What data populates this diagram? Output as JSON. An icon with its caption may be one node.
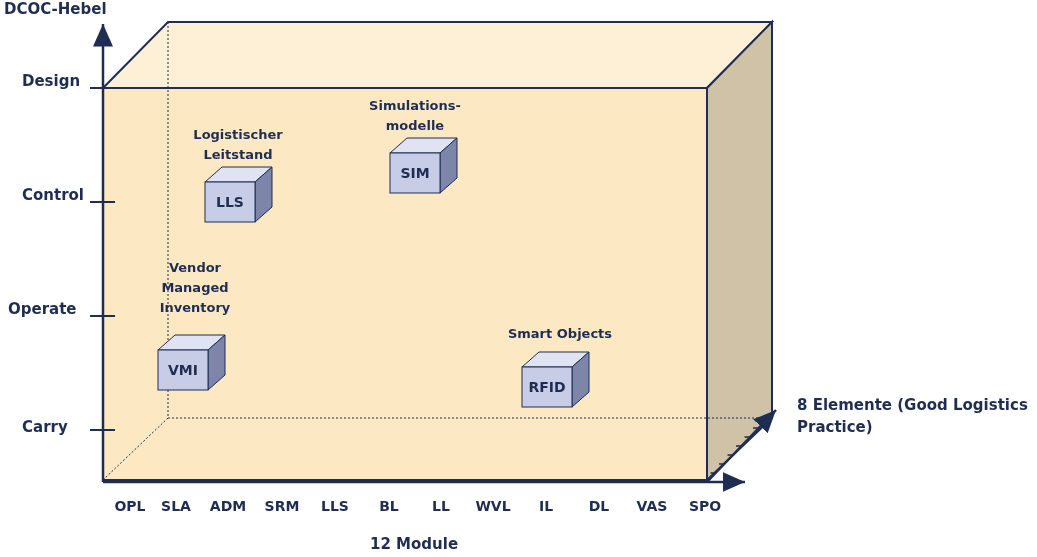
{
  "diagram": {
    "nodes": [
      {
        "text": [
          "LLS"
        ],
        "beside": [
          "Logistischer Leitstand"
        ]
      },
      {
        "text": [
          "SIM"
        ],
        "beside": [
          "Simulations- modelle"
        ]
      },
      {
        "text": [
          "VMI"
        ],
        "beside": [
          "Vendor Managed Inventory"
        ]
      },
      {
        "text": [
          "RFID"
        ],
        "beside": [
          "Smart Objects"
        ]
      }
    ],
    "edges": [],
    "labels": [
      "DCOC-Hebel",
      "Design",
      "Control",
      "Operate",
      "Carry",
      "8 Elemente (Good Logistics Practice)",
      "OPL",
      "SLA",
      "ADM",
      "SRM",
      "LLS",
      "BL",
      "LL",
      "WVL",
      "IL",
      "DL",
      "VAS",
      "SPO",
      "12 Module"
    ]
  }
}
